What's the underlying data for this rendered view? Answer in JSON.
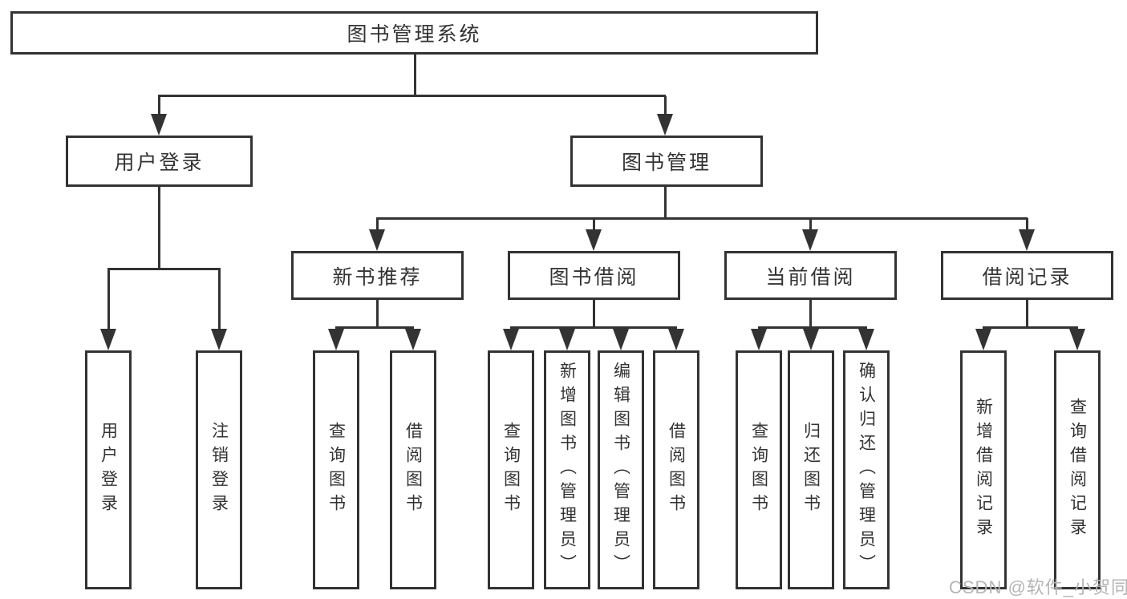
{
  "diagram": {
    "root": {
      "label": "图书管理系统"
    },
    "level2": [
      {
        "label": "用户登录"
      },
      {
        "label": "图书管理"
      }
    ],
    "level3": [
      {
        "label": "新书推荐"
      },
      {
        "label": "图书借阅"
      },
      {
        "label": "当前借阅"
      },
      {
        "label": "借阅记录"
      }
    ],
    "leaves": {
      "group1": [
        "用户登录",
        "注销登录"
      ],
      "group2": [
        "查询图书",
        "借阅图书"
      ],
      "group3": [
        "查询图书",
        "新增图书（管理员）",
        "编辑图书（管理员）",
        "借阅图书"
      ],
      "group4": [
        "查询图书",
        "归还图书",
        "确认归还（管理员）"
      ],
      "group5": [
        "新增借阅记录",
        "查询借阅记录"
      ]
    }
  },
  "watermark": {
    "text": "CSDN @软件_小贺同学"
  },
  "colors": {
    "line": "#333333",
    "text": "#333333",
    "background": "#ffffff",
    "watermark": "#b5b5b5"
  }
}
